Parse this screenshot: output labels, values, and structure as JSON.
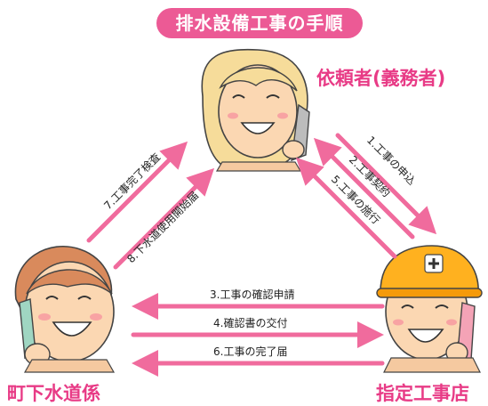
{
  "title": "排水設備工事の手順",
  "parties": {
    "client": "依頼者(義務者)",
    "town": "町下水道係",
    "contractor": "指定工事店"
  },
  "steps": {
    "s1": "1.工事の申込",
    "s2": "2.工事契約",
    "s3": "3.工事の確認申請",
    "s4": "4.確認書の交付",
    "s5": "5.工事の施行",
    "s6": "6.工事の完了届",
    "s7": "7.工事完了検査",
    "s8": "8.下水道使用開始届"
  },
  "colors": {
    "accent": "#ec5a95",
    "arrow": "#f06b9d",
    "label_text": "#222222",
    "skin": "#fbd7b2",
    "hair_client": "#f6dc9a",
    "hair_town": "#d98a5c",
    "helmet": "#ffb11f"
  },
  "icons": {
    "client": "woman-on-phone-icon",
    "town": "man-on-phone-icon",
    "contractor": "worker-with-helmet-icon"
  }
}
